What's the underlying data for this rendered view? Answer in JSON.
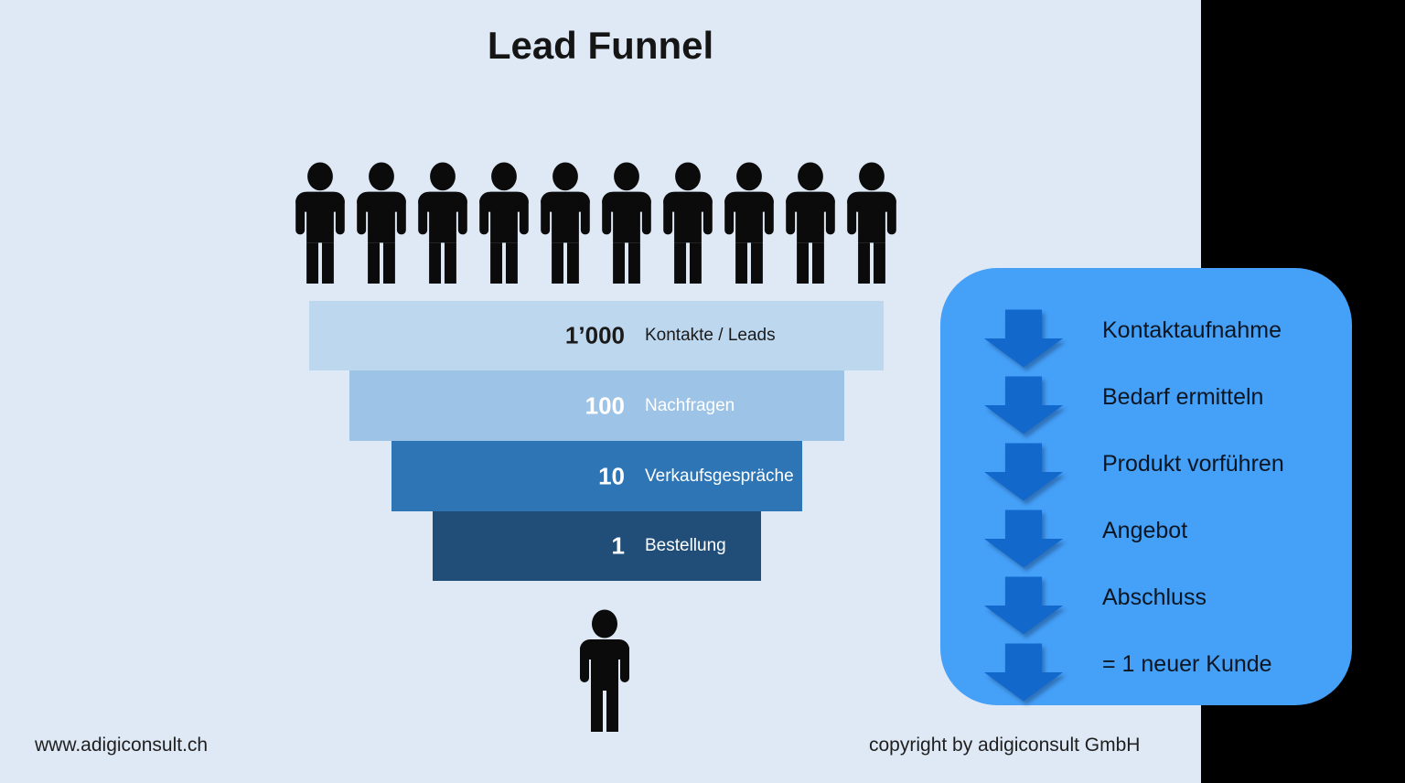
{
  "title": "Lead Funnel",
  "audience": {
    "count": 10,
    "icon": "person-icon"
  },
  "funnel": {
    "rows": [
      {
        "value": "1’000",
        "label": "Kontakte / Leads",
        "color": "#bdd7ee",
        "text_color": "#1a1a1a"
      },
      {
        "value": "100",
        "label": "Nachfragen",
        "color": "#9dc3e6",
        "text_color": "#ffffff"
      },
      {
        "value": "10",
        "label": "Verkaufsgespräche",
        "color": "#2e75b6",
        "text_color": "#ffffff"
      },
      {
        "value": "1",
        "label": "Bestellung",
        "color": "#214e78",
        "text_color": "#ffffff"
      }
    ]
  },
  "result": {
    "count": 1,
    "icon": "person-icon"
  },
  "process_panel": {
    "panel_color": "#45a0f8",
    "arrow_color": "#1268cb",
    "arrow_icon": "arrow-down-icon",
    "steps": [
      {
        "label": "Kontaktaufnahme"
      },
      {
        "label": "Bedarf ermitteln"
      },
      {
        "label": "Produkt vorführen"
      },
      {
        "label": "Angebot"
      },
      {
        "label": "Abschluss"
      },
      {
        "label": "= 1 neuer Kunde"
      }
    ]
  },
  "footer": {
    "left": "www.adigiconsult.ch",
    "right": "copyright by adigiconsult GmbH"
  },
  "colors": {
    "slide_background": "#dee9f5",
    "letterbox": "#000000",
    "person": "#0b0b0b"
  }
}
